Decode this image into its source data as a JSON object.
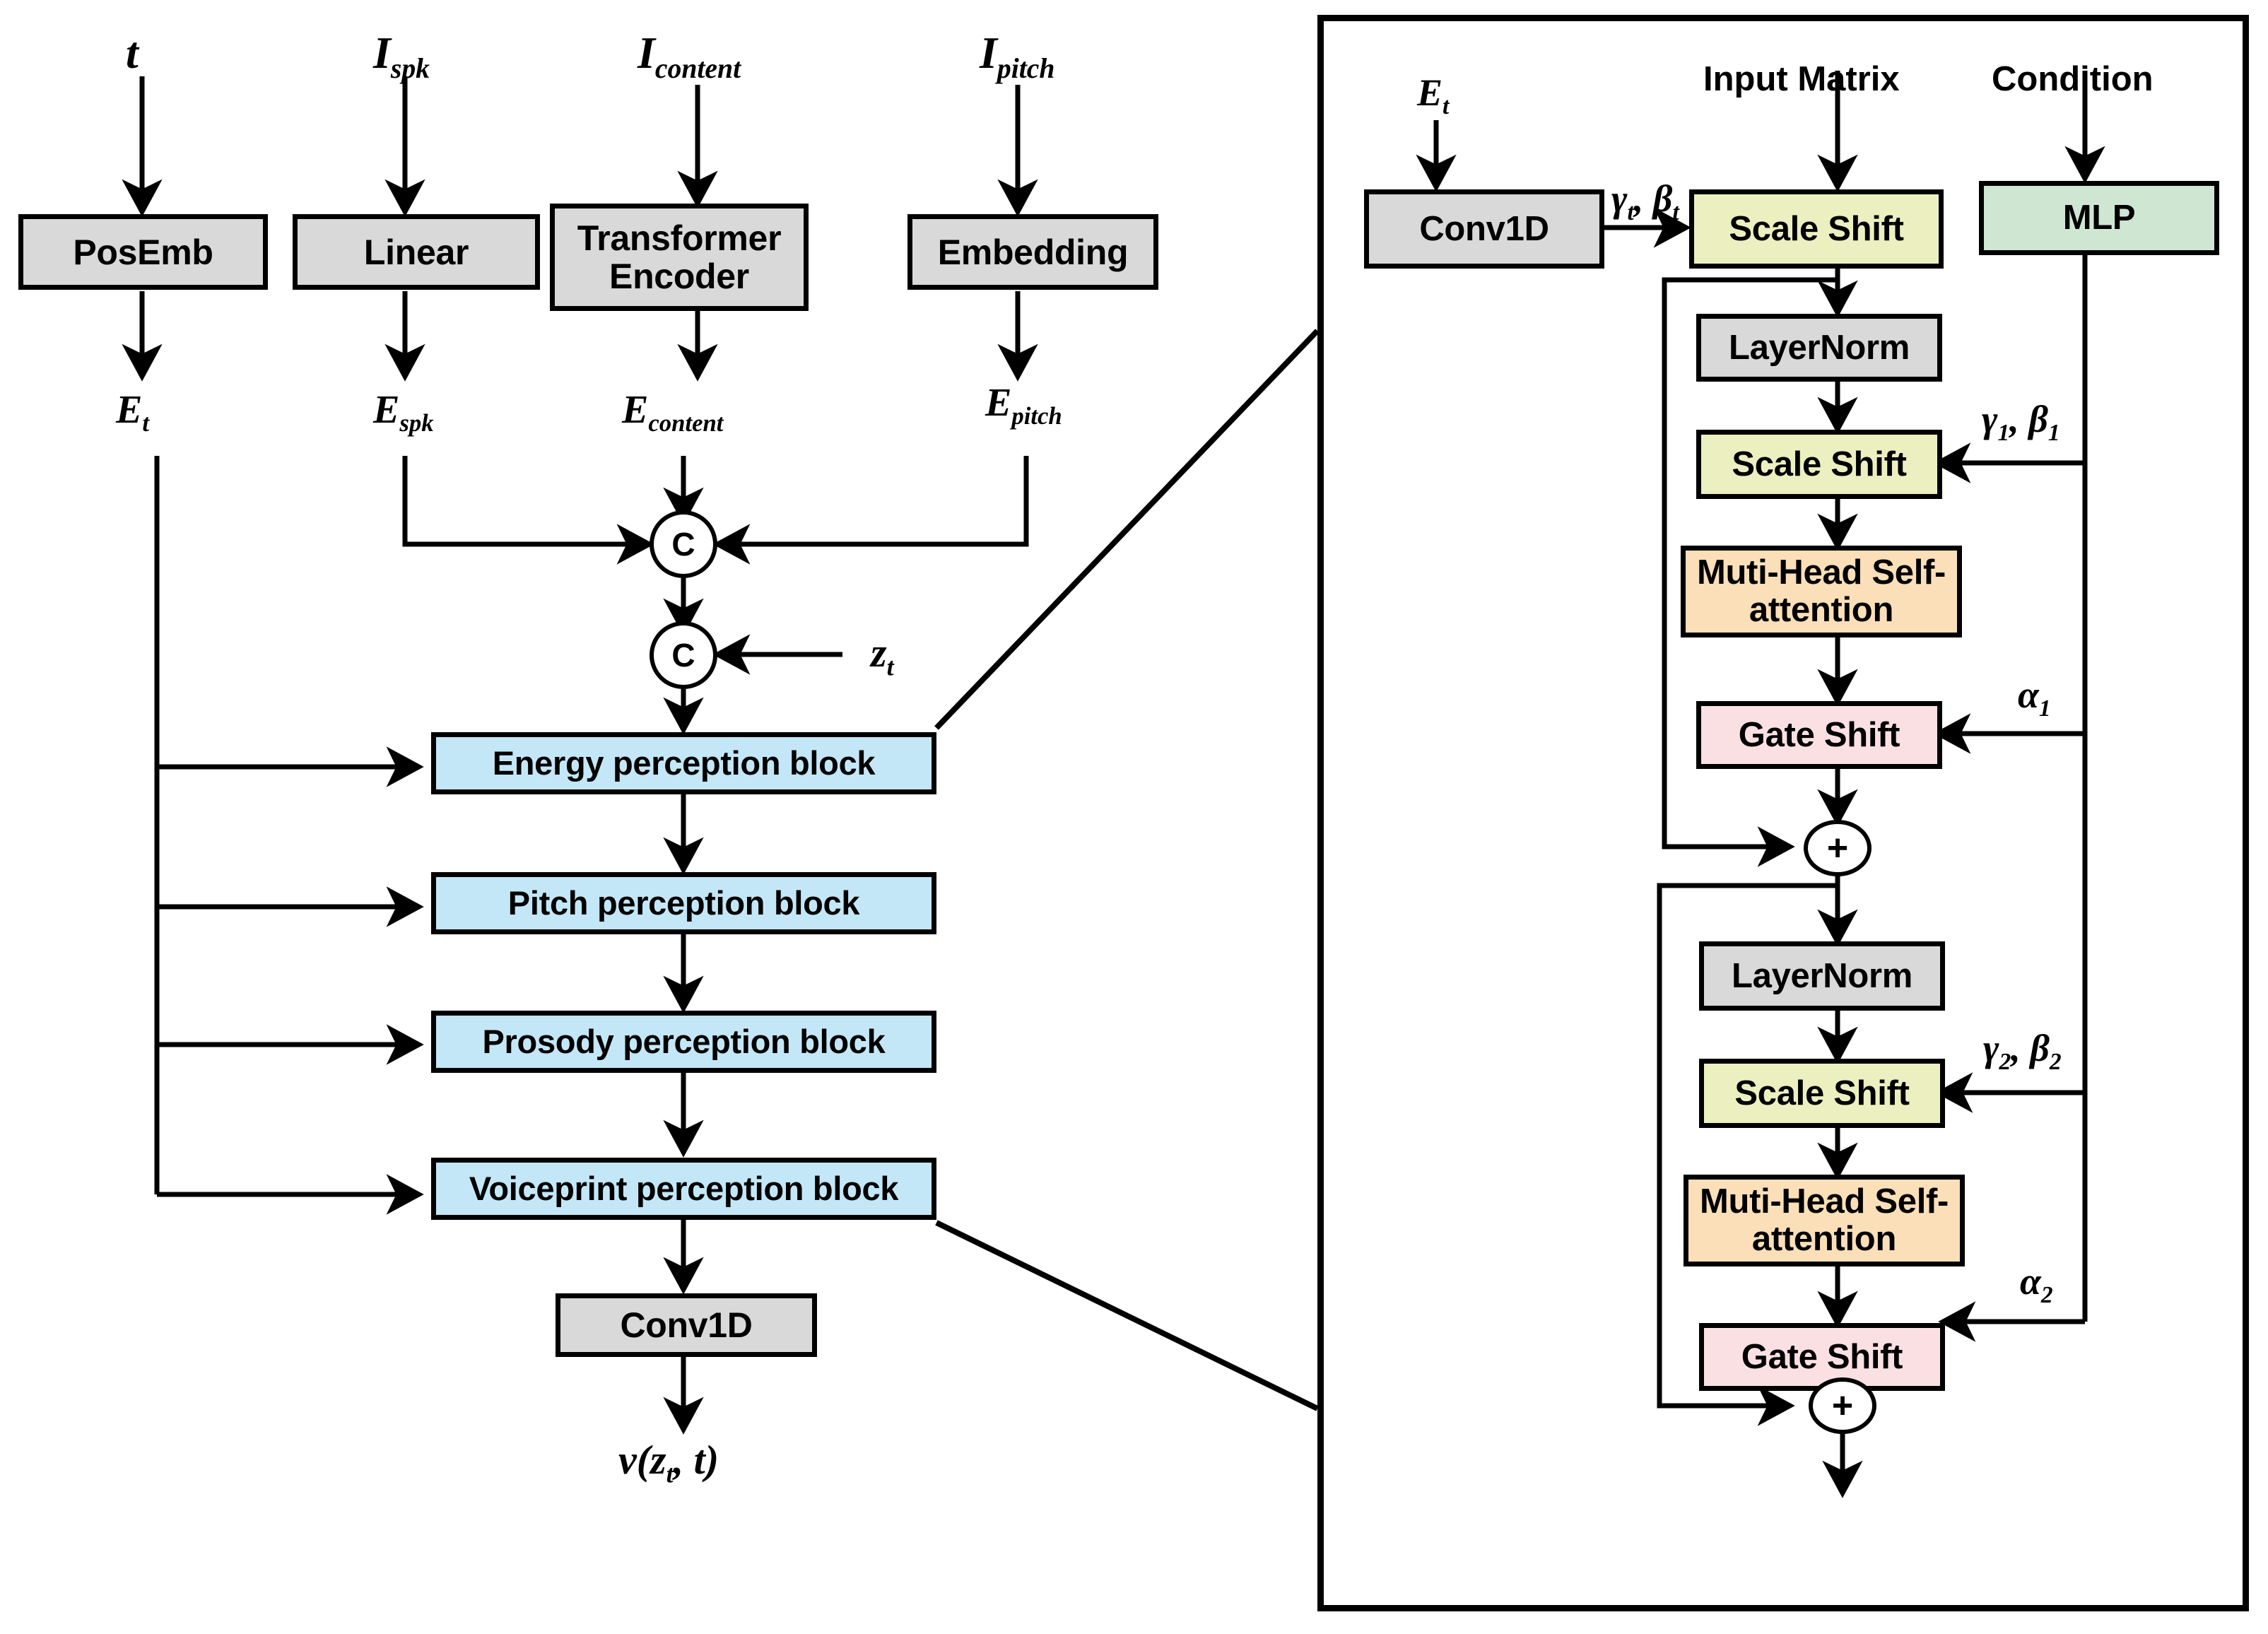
{
  "diagram": {
    "title": "Flow-matching voice synthesis architecture with perception blocks and conditioned transformer block",
    "left_panel": {
      "inputs": [
        {
          "id": "t",
          "text": "t"
        },
        {
          "id": "I_spk",
          "text": "I",
          "subscript": "spk"
        },
        {
          "id": "I_content",
          "text": "I",
          "subscript": "content"
        },
        {
          "id": "I_pitch",
          "text": "I",
          "subscript": "pitch"
        }
      ],
      "encoders": [
        {
          "id": "posemb",
          "label": "PosEmb"
        },
        {
          "id": "linear",
          "label": "Linear"
        },
        {
          "id": "transformer",
          "label": "Transformer Encoder"
        },
        {
          "id": "embedding",
          "label": "Embedding"
        }
      ],
      "embeddings": [
        {
          "id": "E_t",
          "text": "E",
          "subscript": "t"
        },
        {
          "id": "E_spk",
          "text": "E",
          "subscript": "spk"
        },
        {
          "id": "E_content",
          "text": "E",
          "subscript": "content"
        },
        {
          "id": "E_pitch",
          "text": "E",
          "subscript": "pitch"
        }
      ],
      "concat_ops": [
        {
          "id": "concat1",
          "symbol": "C"
        },
        {
          "id": "concat2",
          "symbol": "C"
        }
      ],
      "noise_input": {
        "text": "z",
        "subscript": "t"
      },
      "perception_blocks": [
        {
          "id": "energy",
          "label": "Energy perception block"
        },
        {
          "id": "pitch",
          "label": "Pitch perception block"
        },
        {
          "id": "prosody",
          "label": "Prosody perception block"
        },
        {
          "id": "voiceprint",
          "label": "Voiceprint perception block"
        }
      ],
      "output_conv": {
        "label": "Conv1D"
      },
      "output_label": {
        "text": "v(z",
        "subscript": "t",
        "tail": ", t)"
      }
    },
    "right_panel": {
      "headers": [
        {
          "id": "input-matrix",
          "label": "Input Matrix"
        },
        {
          "id": "condition",
          "label": "Condition"
        }
      ],
      "time_embed_label": {
        "text": "E",
        "subscript": "t"
      },
      "blocks": [
        {
          "id": "conv1d",
          "label": "Conv1D",
          "color": "gray"
        },
        {
          "id": "scale-shift-t",
          "label": "Scale Shift",
          "color": "yellow"
        },
        {
          "id": "mlp",
          "label": "MLP",
          "color": "green"
        },
        {
          "id": "layernorm-1",
          "label": "LayerNorm",
          "color": "gray"
        },
        {
          "id": "scale-shift-1",
          "label": "Scale Shift",
          "color": "yellow"
        },
        {
          "id": "attention-1",
          "label": "Muti-Head Self-attention",
          "color": "orange"
        },
        {
          "id": "gate-shift-1",
          "label": "Gate Shift",
          "color": "pink"
        },
        {
          "id": "layernorm-2",
          "label": "LayerNorm",
          "color": "gray"
        },
        {
          "id": "scale-shift-2",
          "label": "Scale Shift",
          "color": "yellow"
        },
        {
          "id": "attention-2",
          "label": "Muti-Head Self-attention",
          "color": "orange"
        },
        {
          "id": "gate-shift-2",
          "label": "Gate Shift",
          "color": "pink"
        }
      ],
      "modulation_labels": [
        {
          "id": "gamma-beta-t",
          "text": "γ",
          "sub1": "t",
          "sep": ", ",
          "text2": "β",
          "sub2": "t"
        },
        {
          "id": "gamma-beta-1",
          "text": "γ",
          "sub1": "1",
          "sep": ", ",
          "text2": "β",
          "sub2": "1"
        },
        {
          "id": "alpha-1",
          "text": "α",
          "sub1": "1"
        },
        {
          "id": "gamma-beta-2",
          "text": "γ",
          "sub1": "2",
          "sep": ", ",
          "text2": "β",
          "sub2": "2"
        },
        {
          "id": "alpha-2",
          "text": "α",
          "sub1": "2"
        }
      ],
      "sum_ops": [
        {
          "id": "residual-add-1",
          "symbol": "+"
        },
        {
          "id": "residual-add-2",
          "symbol": "+"
        }
      ]
    },
    "colors": {
      "gray": "#d9d9d9",
      "blue": "#c3e7f7",
      "yellow": "#ecefc0",
      "green": "#cfe6d3",
      "orange": "#fadfb8",
      "pink": "#fae0e3",
      "stroke": "#000000"
    }
  }
}
